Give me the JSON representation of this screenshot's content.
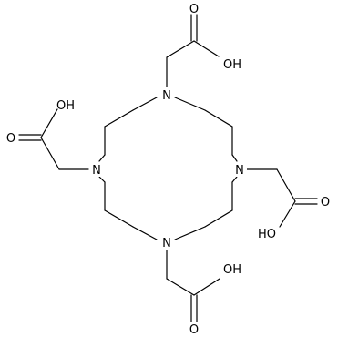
{
  "molecule": {
    "atoms": {
      "n_top": "N",
      "n_left": "N",
      "n_right": "N",
      "n_bottom": "N",
      "oh_top": "OH",
      "o_top": "O",
      "oh_left": "OH",
      "o_left": "O",
      "o_right": "O",
      "oh_right": "HO",
      "oh_bottom": "OH",
      "o_bottom": "O"
    },
    "colors": {
      "bond": "#000000",
      "background": "#ffffff"
    }
  }
}
